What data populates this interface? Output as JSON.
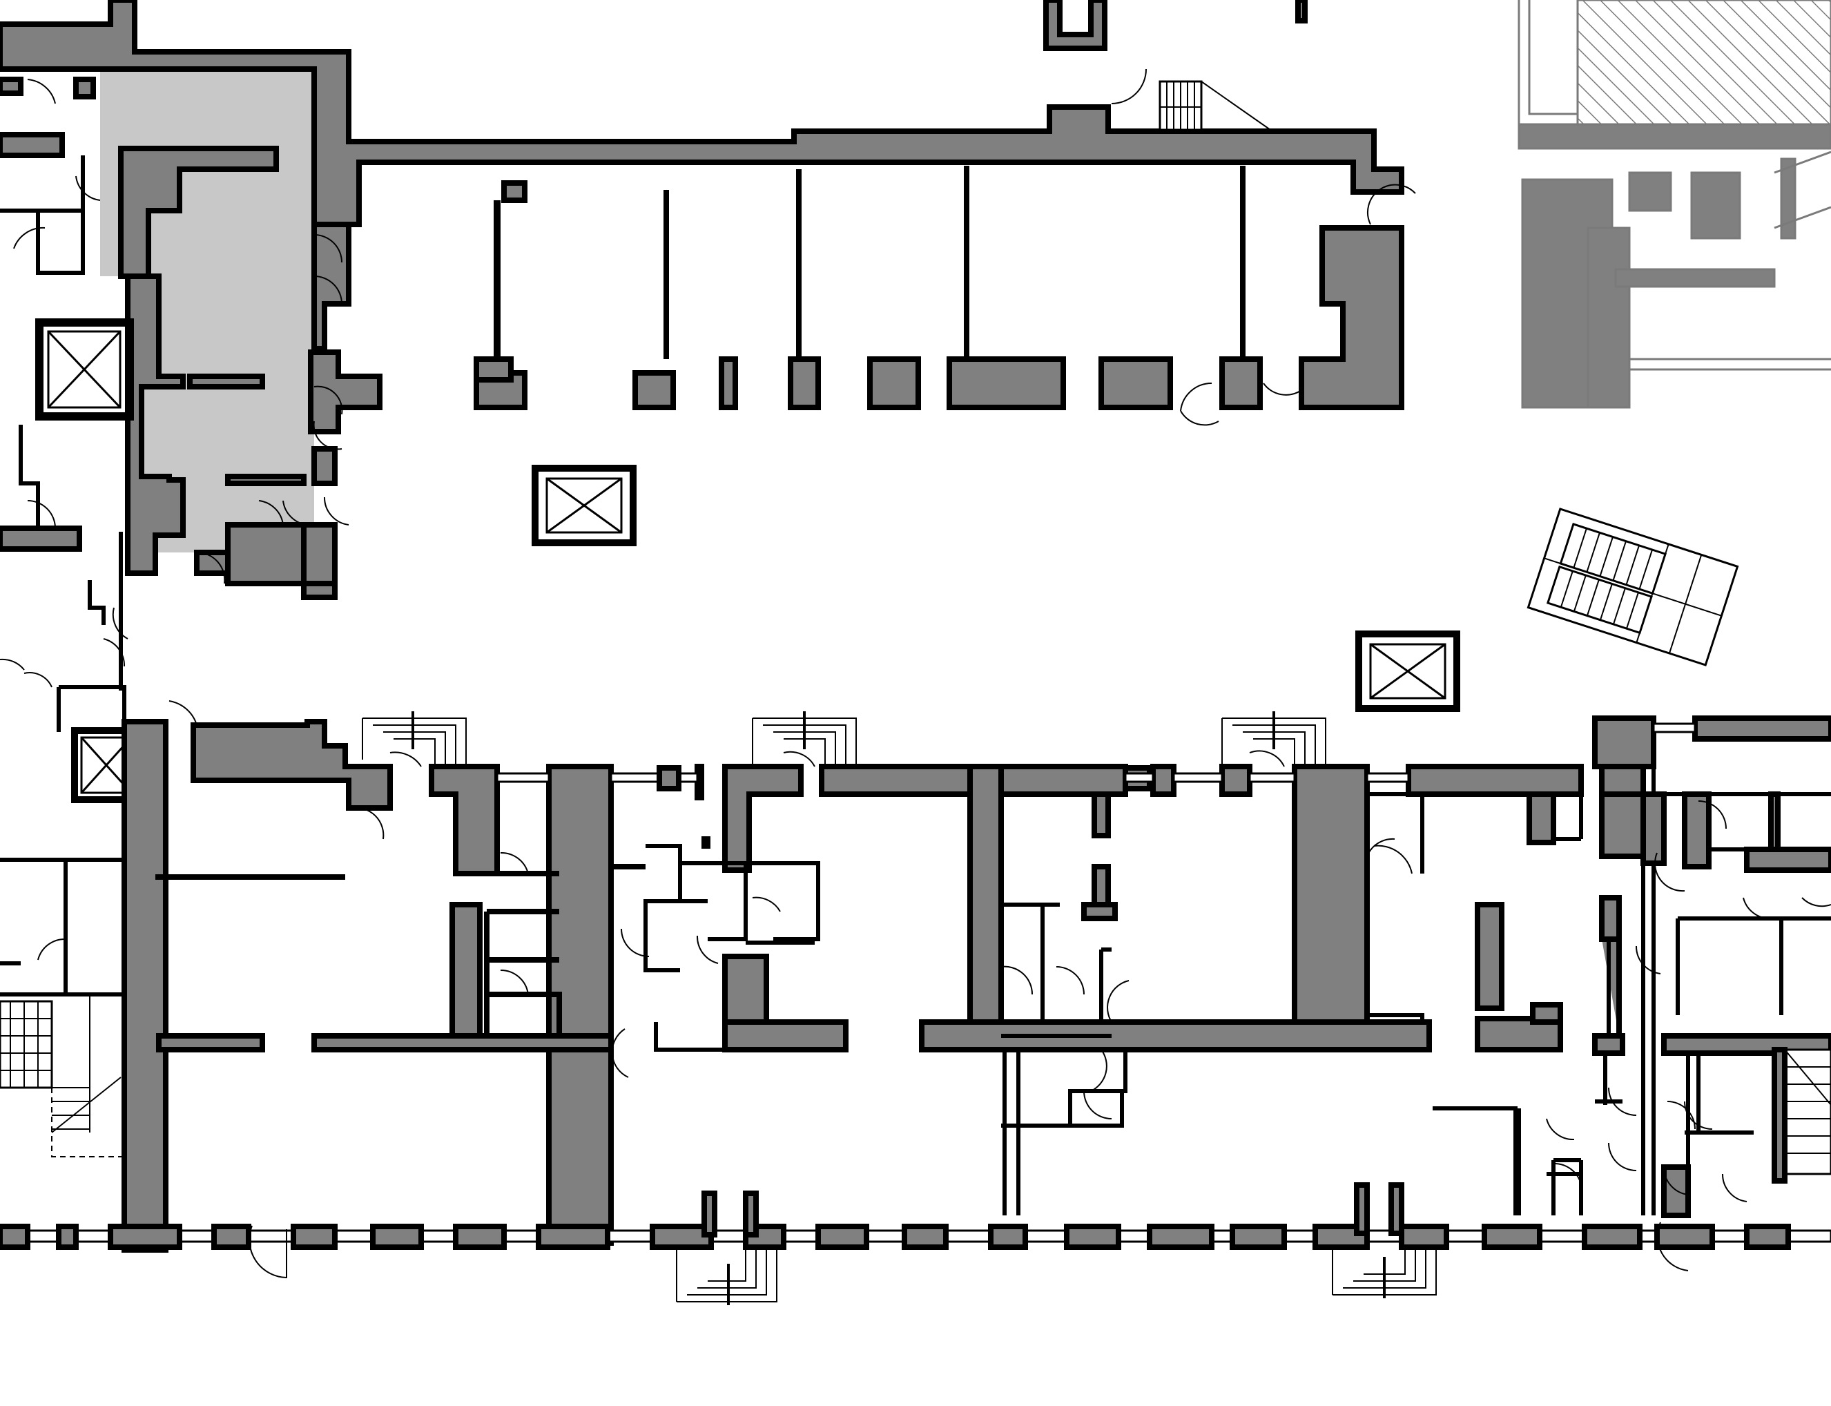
{
  "plan": {
    "type": "architectural floor plan",
    "colors": {
      "background": "#ffffff",
      "wall_fill": "#808080",
      "wall_outline": "#000000",
      "highlight_zone": "#c8c8c8",
      "adjacent_building": "#7a7a7a"
    },
    "elements": {
      "elevators": 4,
      "staircases": 4,
      "entrance_steps": 5
    }
  }
}
